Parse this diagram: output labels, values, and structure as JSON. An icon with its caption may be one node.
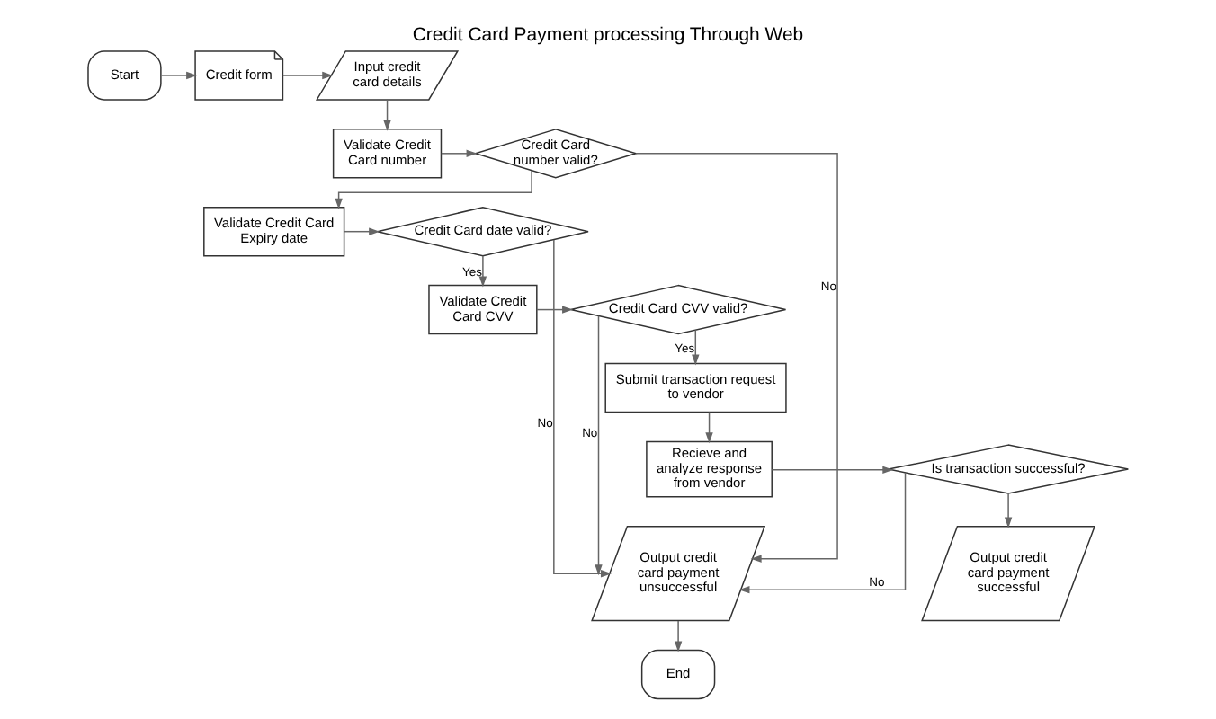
{
  "diagram": {
    "title": "Credit Card Payment processing Through Web",
    "nodes": [
      {
        "text": [
          "Start"
        ]
      },
      {
        "text": [
          "Credit form"
        ]
      },
      {
        "text": [
          "Input credit card details"
        ]
      },
      {
        "text": [
          "Validate Credit Card number"
        ]
      },
      {
        "text": [
          "Credit Card number valid?"
        ]
      },
      {
        "text": [
          "Validate Credit Card Expiry date"
        ]
      },
      {
        "text": [
          "Credit Card date valid?"
        ]
      },
      {
        "text": [
          "Validate Credit Card CVV"
        ]
      },
      {
        "text": [
          "Credit Card CVV valid?"
        ]
      },
      {
        "text": [
          "Submit transaction request to vendor"
        ]
      },
      {
        "text": [
          "Recieve and analyze response from vendor"
        ]
      },
      {
        "text": [
          "Is transaction successful?"
        ]
      },
      {
        "text": [
          "Output credit card payment successful"
        ]
      },
      {
        "text": [
          "Output credit card payment unsuccessful"
        ]
      },
      {
        "text": [
          "End"
        ]
      }
    ],
    "edges": [
      {
        "from": 0,
        "to": 1,
        "arrow": "to"
      },
      {
        "from": 1,
        "to": 2,
        "arrow": "to"
      },
      {
        "from": 2,
        "to": 3,
        "arrow": "to"
      },
      {
        "from": 3,
        "to": 4,
        "arrow": "to"
      },
      {
        "from": 4,
        "to": 5,
        "arrow": "to"
      },
      {
        "from": 4,
        "to": 13,
        "label": "No",
        "arrow": "to"
      },
      {
        "from": 5,
        "to": 6,
        "arrow": "to"
      },
      {
        "from": 6,
        "to": 7,
        "label": "Yes",
        "arrow": "to"
      },
      {
        "from": 6,
        "to": 13,
        "label": "No",
        "arrow": "to"
      },
      {
        "from": 7,
        "to": 8,
        "arrow": "to"
      },
      {
        "from": 8,
        "to": 9,
        "label": "Yes",
        "arrow": "to"
      },
      {
        "from": 8,
        "to": 13,
        "label": "No",
        "arrow": "to"
      },
      {
        "from": 9,
        "to": 10,
        "arrow": "to"
      },
      {
        "from": 10,
        "to": 11,
        "arrow": "to"
      },
      {
        "from": 11,
        "to": 12,
        "arrow": "to"
      },
      {
        "from": 11,
        "to": 13,
        "label": "No",
        "arrow": "to"
      },
      {
        "from": 13,
        "to": 14,
        "arrow": "to"
      }
    ]
  }
}
